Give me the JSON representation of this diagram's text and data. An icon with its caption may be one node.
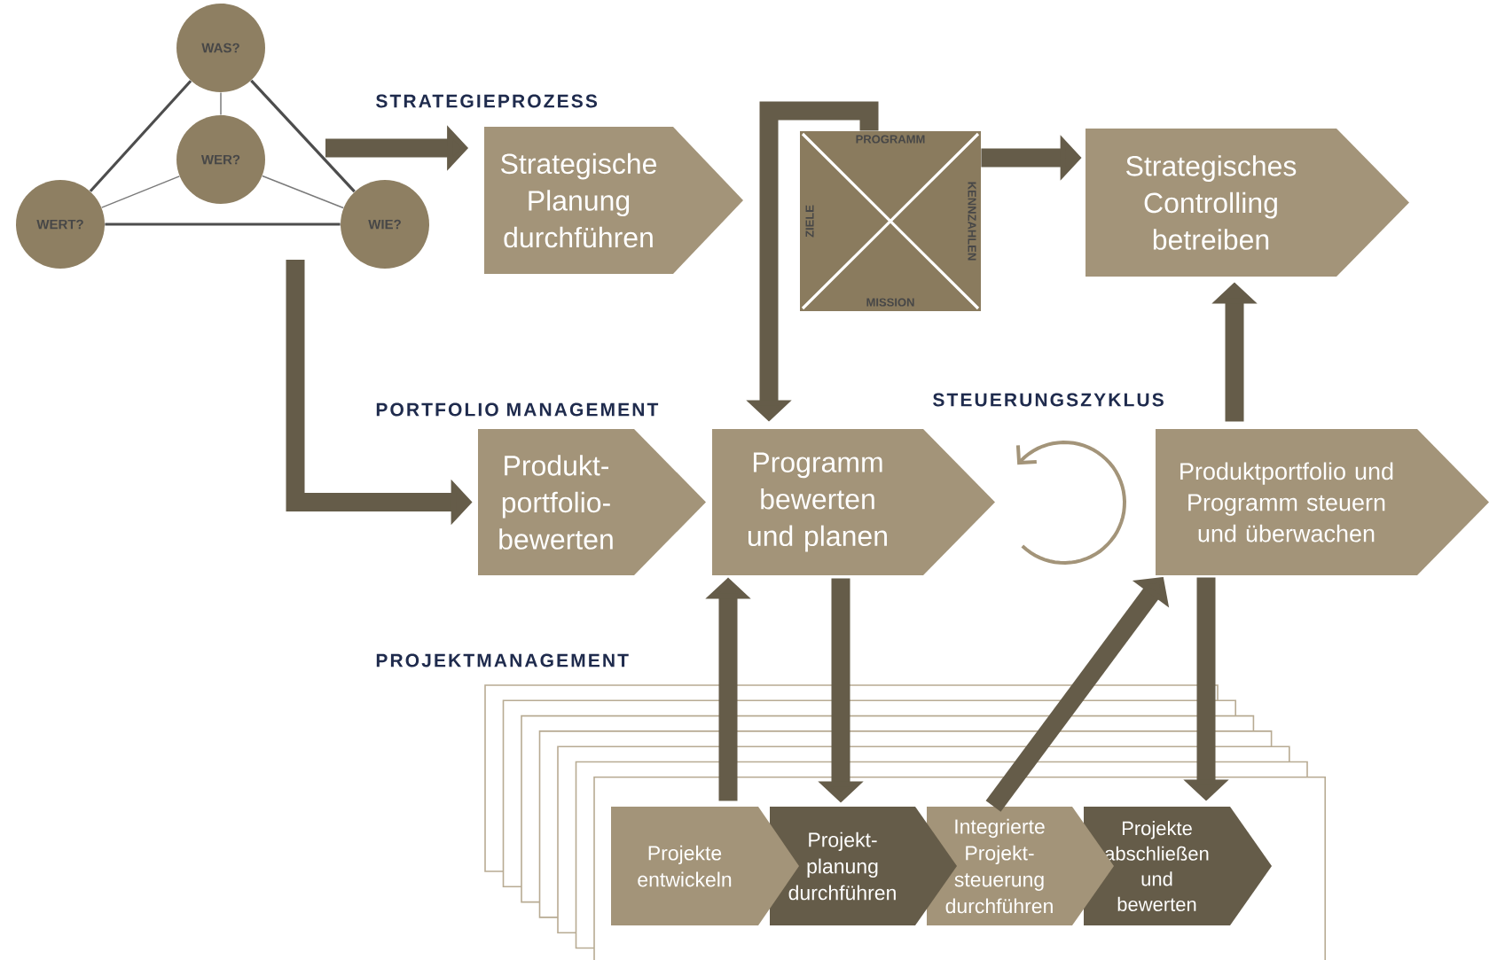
{
  "diagram": {
    "nodes": [
      {
        "text": [
          "WAS?"
        ]
      },
      {
        "text": [
          "WER?"
        ]
      },
      {
        "text": [
          "WERT?"
        ]
      },
      {
        "text": [
          "WIE?"
        ]
      },
      {
        "text": [
          "Strategische Planung durchführen"
        ]
      },
      {
        "text": [
          "PROGRAMM",
          "ZIELE",
          "KENNZAHLEN",
          "MISSION"
        ]
      },
      {
        "text": [
          "Strategisches Controlling betreiben"
        ]
      },
      {
        "text": [
          "Produkt- portfolio- bewerten"
        ]
      },
      {
        "text": [
          "Programm bewerten und planen"
        ]
      },
      {
        "text": [
          "Produktportfolio und Programm steuern und überwachen"
        ]
      },
      {
        "text": [
          "Projekte entwickeln"
        ]
      },
      {
        "text": [
          "Projekt- planung durchführen"
        ]
      },
      {
        "text": [
          "Integrierte Projekt- steuerung durchführen"
        ]
      },
      {
        "text": [
          "Projekte abschließen und bewerten"
        ]
      }
    ],
    "edges": [
      {
        "from": 0,
        "to": 2,
        "arrow": "none",
        "color": "#4d4d4d"
      },
      {
        "from": 0,
        "to": 3,
        "arrow": "none",
        "color": "#4d4d4d"
      },
      {
        "from": 2,
        "to": 3,
        "arrow": "none",
        "color": "#4d4d4d"
      },
      {
        "from": 0,
        "to": 1,
        "arrow": "none",
        "color": "#7a7a7a"
      },
      {
        "from": 1,
        "to": 2,
        "arrow": "none",
        "color": "#7a7a7a"
      },
      {
        "from": 1,
        "to": 3,
        "arrow": "none",
        "color": "#7a7a7a"
      },
      {
        "from": null,
        "to": 4,
        "arrow": "to"
      },
      {
        "from": null,
        "to": 7,
        "arrow": "to"
      },
      {
        "from": 5,
        "to": 8,
        "arrow": "to"
      },
      {
        "from": 5,
        "to": 6,
        "arrow": "to"
      },
      {
        "from": 9,
        "to": 6,
        "arrow": "to"
      },
      {
        "from": 10,
        "to": 8,
        "arrow": "to"
      },
      {
        "from": 8,
        "to": 11,
        "arrow": "to"
      },
      {
        "from": 12,
        "to": 9,
        "arrow": "to"
      },
      {
        "from": 9,
        "to": 13,
        "arrow": "to"
      }
    ],
    "labels": [
      "STRATEGIEPROZESS",
      "PORTFOLIO MANAGEMENT",
      "STEUERUNGSZYKLUS",
      "PROJEKTMANAGEMENT"
    ]
  }
}
